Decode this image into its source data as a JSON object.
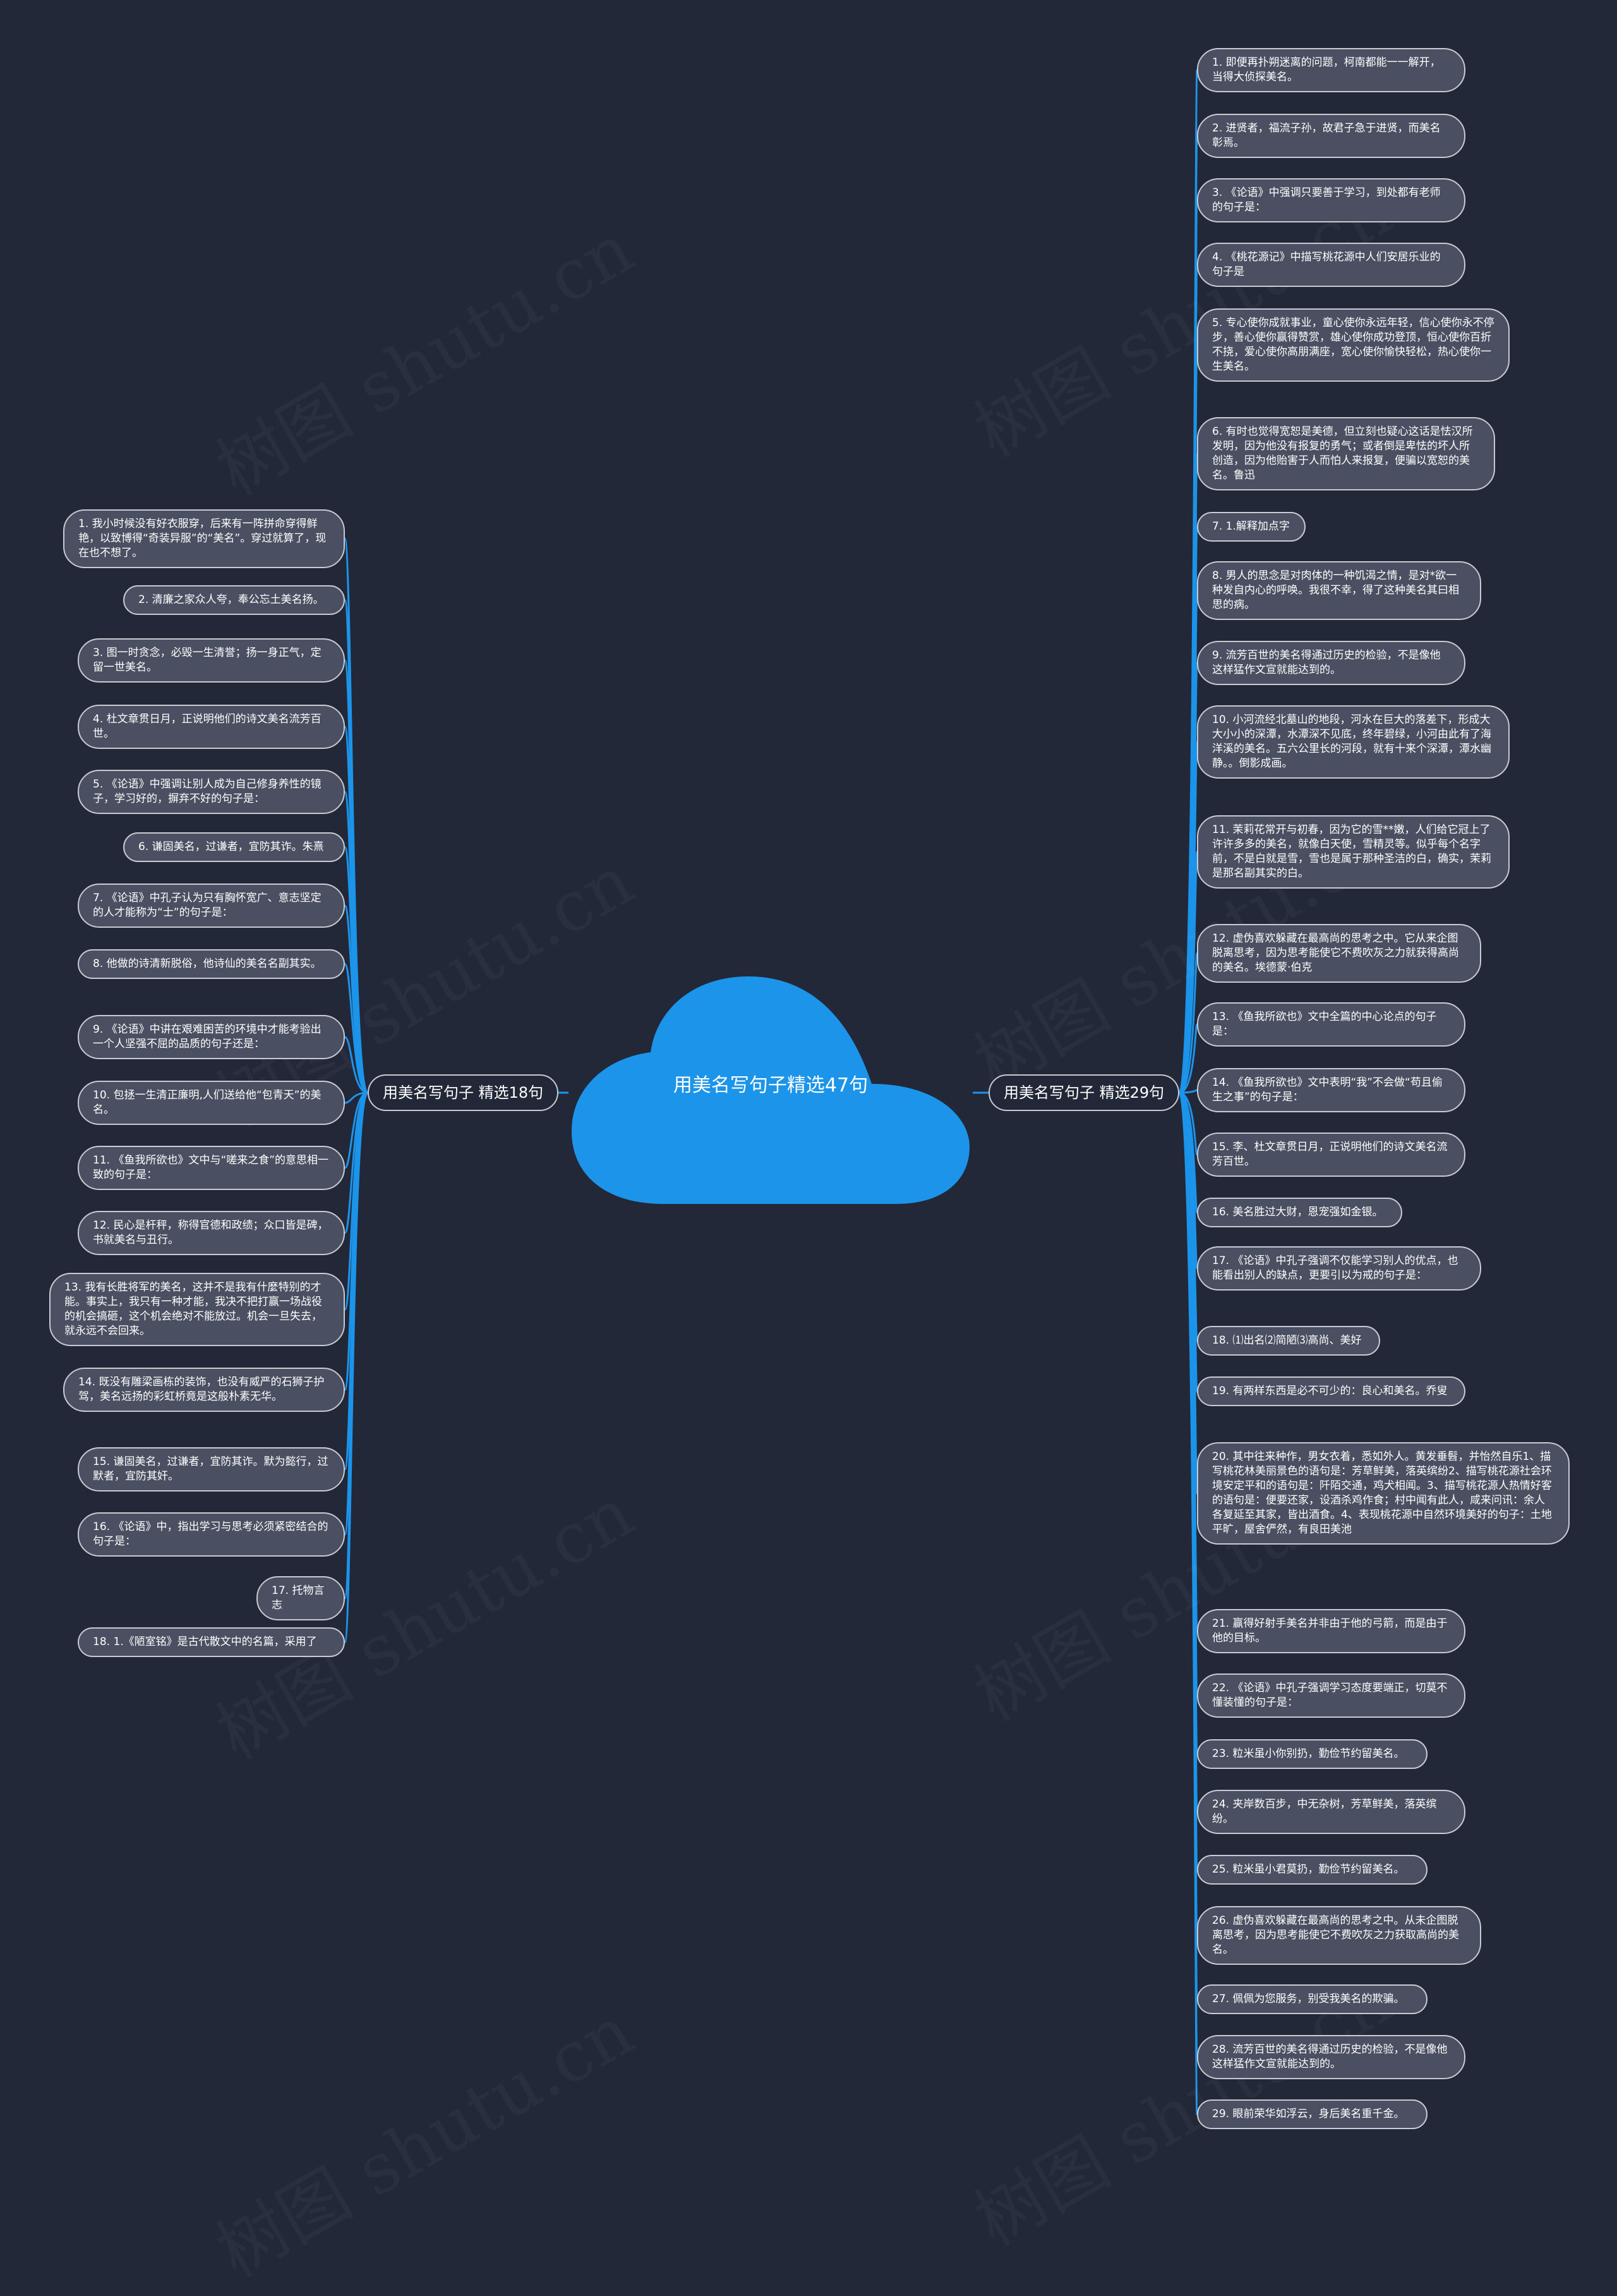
{
  "root": {
    "label": "用美名写句子精选47句",
    "color": "#1b94ea"
  },
  "branches": {
    "left": {
      "label": "用美名写句子 精选18句",
      "items": [
        "1. 我小时候没有好衣服穿，后来有一阵拼命穿得鲜艳，以致博得“奇装异服”的“美名”。穿过就算了，现在也不想了。",
        "2. 清廉之家众人夸，奉公忘土美名扬。",
        "3. 图一时贪念，必毁一生清誉；扬一身正气，定留一世美名。",
        "4. 杜文章贯日月，正说明他们的诗文美名流芳百世。",
        "5. 《论语》中强调让别人成为自己修身养性的镜子，学习好的，摒弃不好的句子是：",
        "6. 谦固美名，过谦者，宜防其诈。朱熹",
        "7. 《论语》中孔子认为只有胸怀宽广、意志坚定的人才能称为“士”的句子是：",
        "8. 他做的诗清新脱俗，他诗仙的美名名副其实。",
        "9. 《论语》中讲在艰难困苦的环境中才能考验出一个人坚强不屈的品质的句子还是：",
        "10. 包拯一生清正廉明,人们送给他“包青天”的美名。",
        "11. 《鱼我所欲也》文中与“嗟来之食”的意思相一致的句子是：",
        "12. 民心是杆秤，称得官德和政绩；众口皆是碑，书就美名与丑行。",
        "13. 我有长胜将军的美名，这并不是我有什麼特别的才能。事实上，我只有一种才能，我决不把打赢一场战役的机会搞砸，这个机会绝对不能放过。机会一旦失去，就永远不会回来。",
        "14. 既没有雕梁画栋的装饰，也没有威严的石狮子护驾，美名远扬的彩虹桥竟是这般朴素无华。",
        "15. 谦固美名，过谦者，宜防其诈。默为懿行，过默者，宜防其奸。",
        "16. 《论语》中，指出学习与思考必须紧密结合的句子是：",
        "17. 托物言志",
        "18. 1.《陋室铭》是古代散文中的名篇，采用了"
      ]
    },
    "right": {
      "label": "用美名写句子 精选29句",
      "items": [
        "1. 即便再扑朔迷离的问题，柯南都能一一解开，当得大侦探美名。",
        "2. 进贤者，福流子孙，故君子急于进贤，而美名彰焉。",
        "3. 《论语》中强调只要善于学习，到处都有老师的句子是：",
        "4. 《桃花源记》中描写桃花源中人们安居乐业的句子是",
        "5. 专心使你成就事业，童心使你永远年轻，信心使你永不停步，善心使你赢得赞赏，雄心使你成功登顶，恒心使你百折不挠，爱心使你高朋满座，宽心使你愉快轻松，热心使你一生美名。",
        "6. 有时也觉得宽恕是美德，但立刻也疑心这话是怯汉所发明，因为他没有报复的勇气；或者倒是卑怯的坏人所创造，因为他贻害于人而怕人来报复，便骗以宽恕的美名。鲁迅",
        "7. 1.解释加点字",
        "8. 男人的思念是对肉体的一种饥渴之情，是对*欲一种发自内心的呼唤。我很不幸，得了这种美名其曰相思的病。",
        "9. 流芳百世的美名得通过历史的检验，不是像他这样猛作文宣就能达到的。",
        "10. 小河流经北墓山的地段，河水在巨大的落差下，形成大大小小的深潭，水潭深不见底，终年碧绿，小河由此有了海洋溪的美名。五六公里长的河段，就有十来个深潭，潭水幽静。。倒影成画。",
        "11. 茉莉花常开与初春，因为它的雪**嫩，人们给它冠上了许许多多的美名，就像白天使，雪精灵等。似乎每个名字前，不是白就是雪，雪也是属于那种圣洁的白，确实，茉莉是那名副其实的白。",
        "12. 虚伪喜欢躲藏在最高尚的思考之中。它从来企图脱离思考，因为思考能使它不费吹灰之力就获得高尚的美名。埃德蒙·伯克",
        "13. 《鱼我所欲也》文中全篇的中心论点的句子是：",
        "14. 《鱼我所欲也》文中表明“我”不会做“苟且偷生之事”的句子是：",
        "15. 李、杜文章贯日月，正说明他们的诗文美名流芳百世。",
        "16. 美名胜过大财，恩宠强如金银。",
        "17. 《论语》中孔子强调不仅能学习别人的优点，也能看出别人的缺点，更要引以为戒的句子是：",
        "18. ⑴出名⑵简陋⑶高尚、美好",
        "19. 有两样东西是必不可少的：良心和美名。乔叟",
        "20. 其中往来种作，男女衣着，悉如外人。黄发垂髫，并怡然自乐1、描写桃花林美丽景色的语句是：芳草鲜美，落英缤纷2、描写桃花源社会环境安定平和的语句是：阡陌交通，鸡犬相闻。3、描写桃花源人热情好客的语句是：便要还家，设酒杀鸡作食；村中闻有此人，咸来问讯：余人各复延至其家，皆出酒食。4、表现桃花源中自然环境美好的句子：土地平旷，屋舍俨然，有良田美池",
        "21. 赢得好射手美名并非由于他的弓箭，而是由于他的目标。",
        "22. 《论语》中孔子强调学习态度要端正，切莫不懂装懂的句子是：",
        "23. 粒米虽小你别扔，勤俭节约留美名。",
        "24. 夹岸数百步，中无杂树，芳草鲜美，落英缤纷。",
        "25. 粒米虽小君莫扔，勤俭节约留美名。",
        "26. 虚伪喜欢躲藏在最高尚的思考之中。从未企图脱离思考，因为思考能使它不费吹灰之力获取高尚的美名。",
        "27. 佩佩为您服务，别受我美名的欺骗。",
        "28. 流芳百世的美名得通过历史的检验，不是像他这样猛作文宣就能达到的。",
        "29. 眼前荣华如浮云，身后美名重千金。"
      ]
    }
  },
  "colors": {
    "background": "#232838",
    "link": "#1b94ea",
    "node_fill": "#4a5061",
    "node_border": "#c8cbd2"
  },
  "watermark": "树图 shutu.cn"
}
